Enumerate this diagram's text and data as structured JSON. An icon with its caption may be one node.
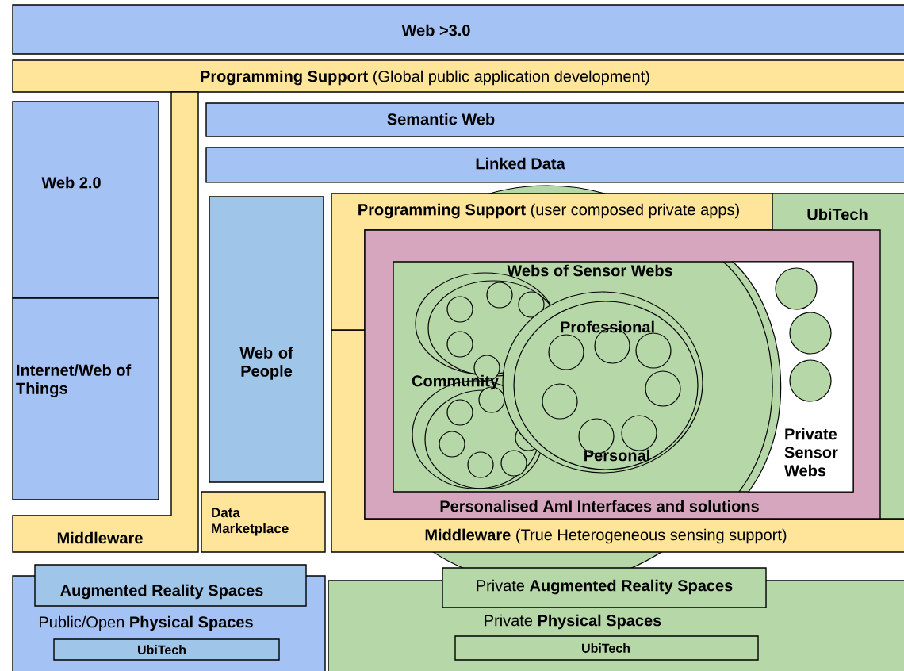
{
  "diagram": {
    "nodes": [
      {
        "text": [
          "Web >3.0"
        ]
      },
      {
        "text": [
          "**Programming Support** (Global public application development)"
        ]
      },
      {
        "text": [
          "Web 2.0"
        ]
      },
      {
        "text": [
          "Internet/Web of Things"
        ]
      },
      {
        "text": [
          "Middleware"
        ]
      },
      {
        "text": [
          "Semantic Web"
        ]
      },
      {
        "text": [
          "Linked Data"
        ]
      },
      {
        "text": [
          "Web of People"
        ]
      },
      {
        "text": [
          "Data Marketplace"
        ]
      },
      {
        "text": [
          "**Programming Support** (user composed private apps)"
        ]
      },
      {
        "text": [
          "UbiTech"
        ]
      },
      {
        "text": [
          "**Middleware** (True Heterogeneous sensing support)"
        ]
      },
      {
        "text": [
          "Personalised AmI Interfaces and solutions"
        ]
      },
      {
        "text": [
          "Webs of Sensor Webs"
        ],
        "in": 12
      },
      {
        "text": [
          "Community"
        ],
        "in": 13
      },
      {
        "text": [
          "Professional"
        ],
        "in": 13
      },
      {
        "text": [
          "Personal"
        ],
        "in": 15
      },
      {
        "text": [
          "Private Sensor Webs"
        ],
        "in": 13
      },
      {
        "text": [
          "Public/Open **Physical Spaces**"
        ]
      },
      {
        "text": [
          "Augmented Reality Spaces"
        ]
      },
      {
        "text": [
          "UbiTech"
        ],
        "in": 18
      },
      {
        "text": [
          "Private **Physical Spaces**"
        ]
      },
      {
        "text": [
          "Private **Augmented Reality Spaces**"
        ]
      },
      {
        "text": [
          "UbiTech"
        ],
        "in": 21
      }
    ]
  }
}
